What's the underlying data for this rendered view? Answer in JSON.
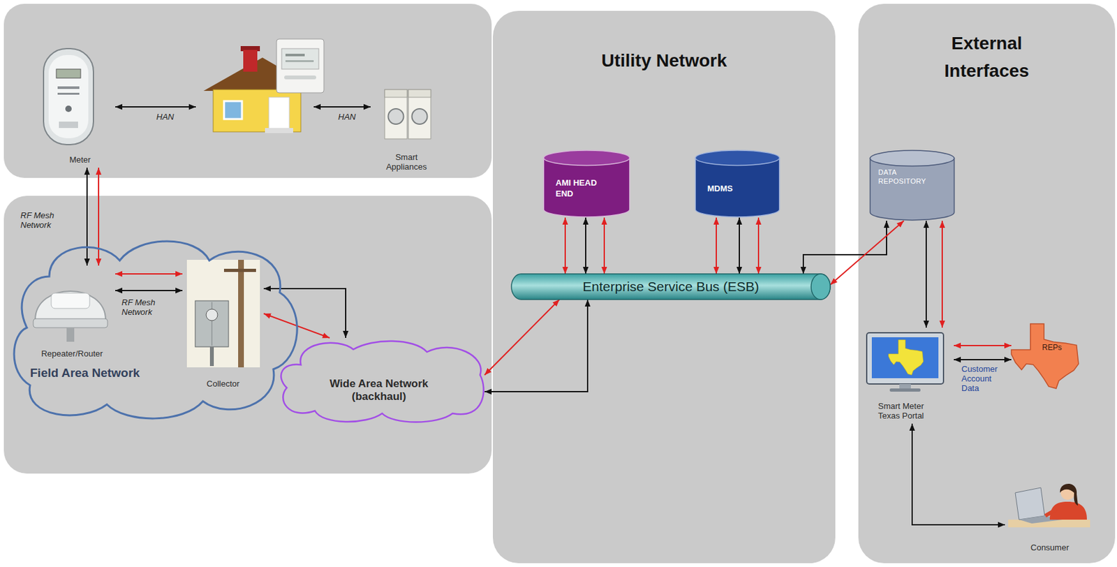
{
  "diagram": {
    "nodes": [
      {
        "text": [
          "Meter"
        ]
      },
      {
        "text": [
          "Smart Appliances"
        ]
      },
      {
        "text": [
          "Field Area Network"
        ]
      },
      {
        "text": [
          "Repeater/Router"
        ],
        "in": 2
      },
      {
        "text": [
          "Collector"
        ],
        "in": 2
      },
      {
        "text": [
          "Wide Area Network (backhaul)"
        ]
      },
      {
        "text": [
          "Utility Network"
        ]
      },
      {
        "text": [
          "AMI HEAD END"
        ],
        "in": 6
      },
      {
        "text": [
          "MDMS"
        ],
        "in": 6
      },
      {
        "text": [
          "Enterprise Service Bus (ESB)"
        ],
        "in": 6
      },
      {
        "text": [
          "External Interfaces"
        ]
      },
      {
        "text": [
          "DATA REPOSITORY"
        ],
        "in": 10
      },
      {
        "text": [
          "Smart Meter Texas Portal"
        ],
        "in": 10
      },
      {
        "text": [
          "REPs"
        ],
        "in": 10
      },
      {
        "text": [
          "Consumer"
        ],
        "in": 10
      }
    ],
    "edges": [
      {
        "from": 0,
        "to": 3,
        "arrow": "both",
        "label": "RF Mesh Network"
      },
      {
        "from": 0,
        "to": 3,
        "arrow": "both"
      },
      {
        "from": 3,
        "to": 4,
        "arrow": "both"
      },
      {
        "from": 3,
        "to": 4,
        "arrow": "both",
        "label": "RF Mesh Network"
      },
      {
        "from": 4,
        "to": 5,
        "arrow": "both"
      },
      {
        "from": 4,
        "to": 5,
        "arrow": "both"
      },
      {
        "from": 5,
        "to": 9,
        "arrow": "both"
      },
      {
        "from": 5,
        "to": 9,
        "arrow": "both"
      },
      {
        "from": 7,
        "to": 9,
        "arrow": "both"
      },
      {
        "from": 7,
        "to": 9,
        "arrow": "both"
      },
      {
        "from": 7,
        "to": 9,
        "arrow": "both"
      },
      {
        "from": 8,
        "to": 9,
        "arrow": "both"
      },
      {
        "from": 8,
        "to": 9,
        "arrow": "both"
      },
      {
        "from": 8,
        "to": 9,
        "arrow": "both"
      },
      {
        "from": 9,
        "to": 11,
        "arrow": "both"
      },
      {
        "from": 9,
        "to": 11,
        "arrow": "both"
      },
      {
        "from": 11,
        "to": 12,
        "arrow": "both"
      },
      {
        "from": 11,
        "to": 12,
        "arrow": "both"
      },
      {
        "from": 12,
        "to": 13,
        "arrow": "both"
      },
      {
        "from": 12,
        "to": 13,
        "arrow": "both",
        "label": "Customer Account Data"
      },
      {
        "from": 12,
        "to": 14,
        "arrow": "both"
      }
    ],
    "labels": [
      "HAN",
      "HAN"
    ]
  }
}
